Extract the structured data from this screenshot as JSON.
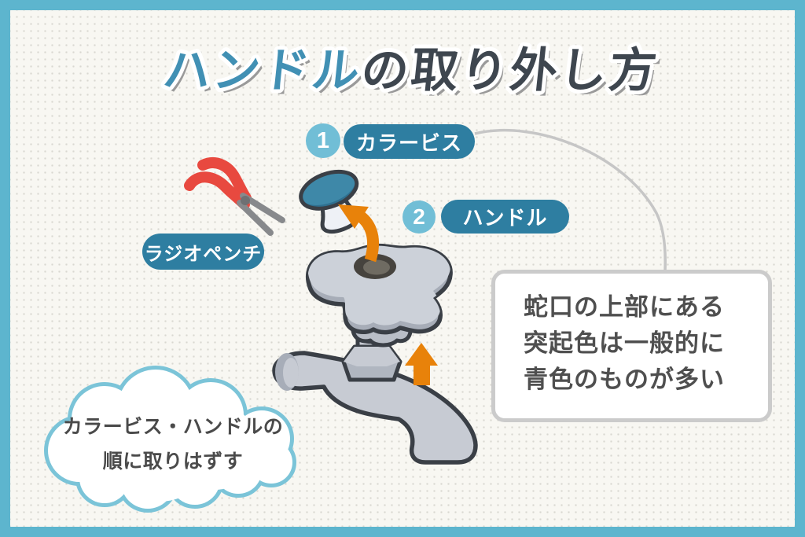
{
  "title": {
    "highlight": "ハンドル",
    "rest": "の取り外し方"
  },
  "steps": [
    {
      "number": "1",
      "label": "カラービス"
    },
    {
      "number": "2",
      "label": "ハンドル"
    }
  ],
  "tool": {
    "label": "ラジオペンチ"
  },
  "note_box": {
    "line1": "蛇口の上部にある",
    "line2": "突起色は一般的に",
    "line3": "青色のものが多い"
  },
  "cloud": {
    "line1": "カラービス・ハンドルの",
    "line2": "順に取りはずす"
  },
  "colors": {
    "frame_teal": "#5db5ce",
    "label_pill_teal": "#2e7ea1",
    "number_circle_blue": "#71bed6",
    "title_blue": "#4190b4",
    "title_dark": "#3e464f",
    "title_shadow": "#9a9a9a",
    "arrow_orange": "#e8820a",
    "pliers_red": "#e8493f",
    "screw_cap_blue": "#3e88a8",
    "metal_gray": "#cbd0d8",
    "cloud_border": "#7bc4d8",
    "note_border": "#cbcbcb",
    "note_text": "#4f4f4f"
  }
}
